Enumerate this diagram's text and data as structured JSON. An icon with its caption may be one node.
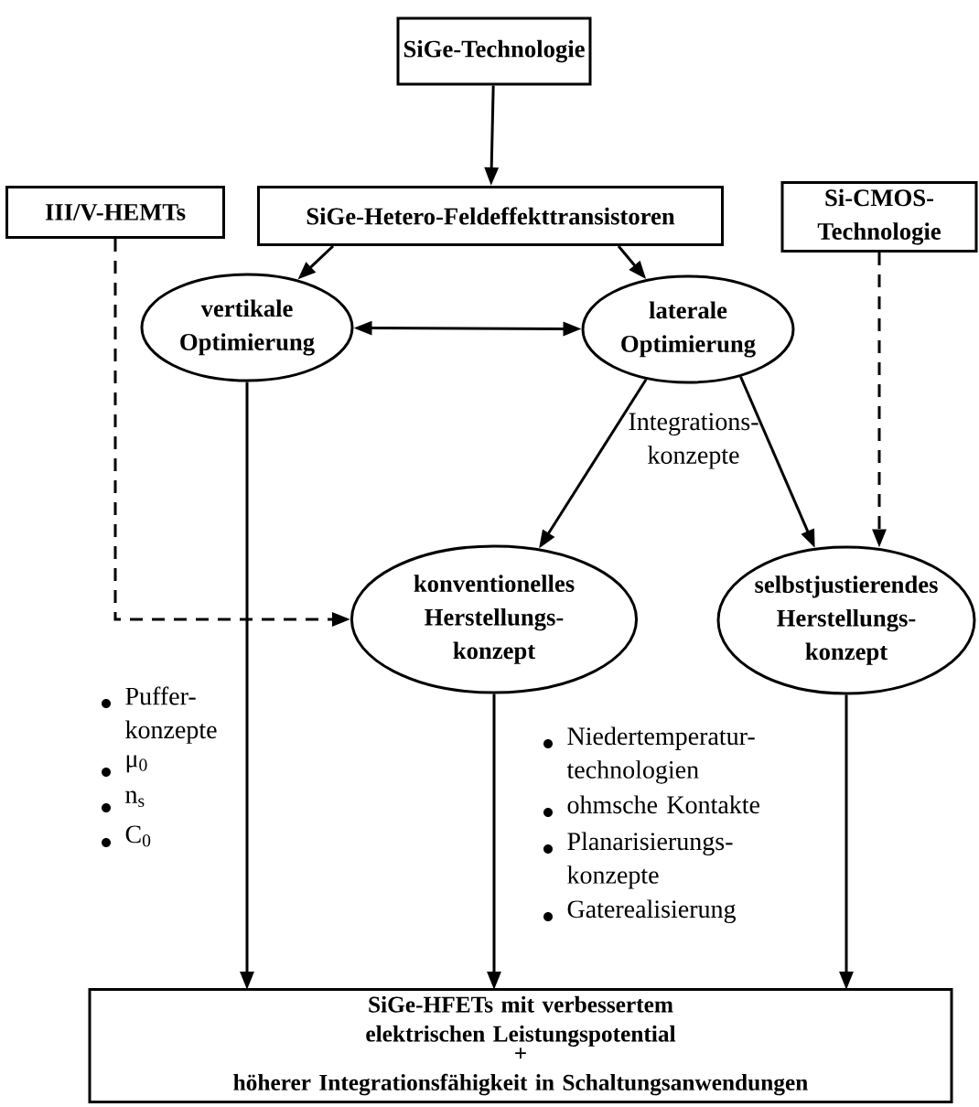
{
  "diagram": {
    "nodes": [
      {
        "text": [
          "SiGe-Technologie"
        ]
      },
      {
        "text": [
          "III/V-HEMTs"
        ]
      },
      {
        "text": [
          "SiGe-Hetero-Feldeffekttransistoren"
        ]
      },
      {
        "text": [
          "Si-CMOS- Technologie"
        ]
      },
      {
        "text": [
          "vertikale Optimierung"
        ]
      },
      {
        "text": [
          "laterale Optimierung"
        ]
      },
      {
        "text": [
          "konventionelles Herstellungs- konzept"
        ]
      },
      {
        "text": [
          "selbstjustierendes Herstellungs- konzept"
        ]
      },
      {
        "text": [
          "SiGe-HFETs mit verbessertem elektrischen Leistungspotential",
          "+",
          "höherer Integrationsfähigkeit in Schaltungsanwendungen"
        ]
      }
    ],
    "edges": [
      {
        "from": 0,
        "to": 2,
        "arrow": "to"
      },
      {
        "from": 2,
        "to": 4,
        "arrow": "to"
      },
      {
        "from": 2,
        "to": 5,
        "arrow": "to"
      },
      {
        "from": 4,
        "to": 5,
        "arrow": "both"
      },
      {
        "from": 5,
        "to": 6,
        "arrow": "to"
      },
      {
        "from": 5,
        "to": 7,
        "arrow": "to"
      },
      {
        "from": 1,
        "to": 6,
        "arrow": "to",
        "style": "dashed"
      },
      {
        "from": 3,
        "to": 7,
        "arrow": "to",
        "style": "dashed"
      },
      {
        "from": 4,
        "to": 8,
        "arrow": "to"
      },
      {
        "from": 6,
        "to": 8,
        "arrow": "to"
      },
      {
        "from": 7,
        "to": 8,
        "arrow": "to"
      }
    ],
    "labels": [
      "Integrations- konzepte",
      "Puffer- konzepte",
      "μ$_{0}$",
      "n$_{s}$",
      "C$_{0}$",
      "Niedertemperatur- technologien",
      "ohmsche Kontakte",
      "Planarisierungs- konzepte",
      "Gaterealisierung"
    ]
  }
}
